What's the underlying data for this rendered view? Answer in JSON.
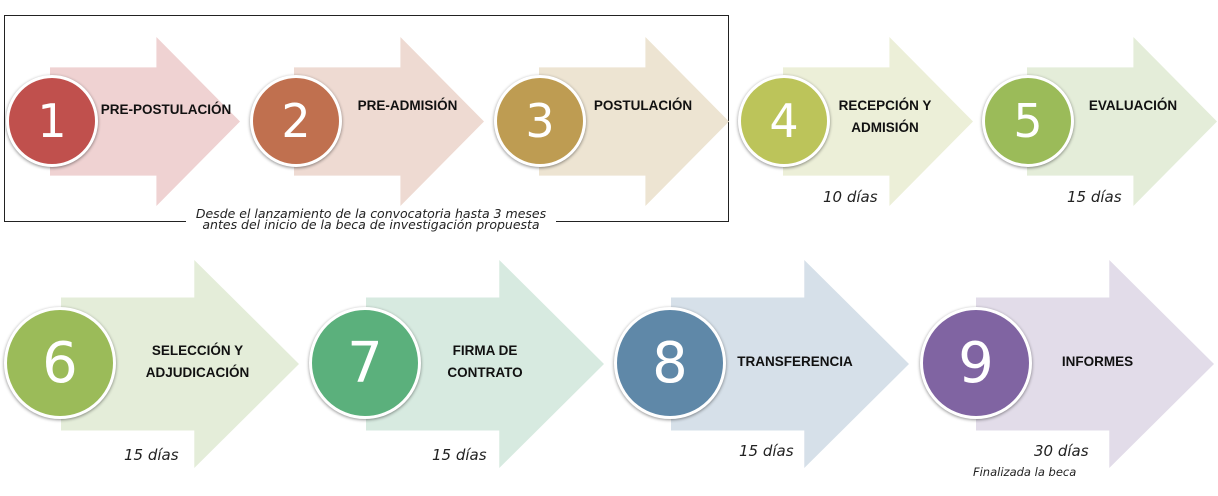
{
  "group_note": "Desde el lanzamiento de la convocatoria hasta 3 meses\nantes del inicio de la beca de investigación propuesta",
  "steps": [
    {
      "number": "1",
      "label": "PRE-POSTULACIÓN",
      "duration": "",
      "note": "",
      "circle_color": "#c0504d",
      "arrow_color": "#efd2d2"
    },
    {
      "number": "2",
      "label": "PRE-ADMISIÓN",
      "duration": "",
      "note": "",
      "circle_color": "#c0704f",
      "arrow_color": "#eedad2"
    },
    {
      "number": "3",
      "label": "POSTULACIÓN",
      "duration": "",
      "note": "",
      "circle_color": "#be9c52",
      "arrow_color": "#ede4d2"
    },
    {
      "number": "4",
      "label": "RECEPCIÓN Y\nADMISIÓN",
      "duration": "10 días",
      "note": "",
      "circle_color": "#bcc45a",
      "arrow_color": "#ecefd8"
    },
    {
      "number": "5",
      "label": "EVALUACIÓN",
      "duration": "15 días",
      "note": "",
      "circle_color": "#9bbb59",
      "arrow_color": "#e4edd9"
    },
    {
      "number": "6",
      "label": "SELECCIÓN Y\nADJUDICACIÓN",
      "duration": "15 días",
      "note": "",
      "circle_color": "#9bbb59",
      "arrow_color": "#e4edd9"
    },
    {
      "number": "7",
      "label": "FIRMA DE\nCONTRATO",
      "duration": "15 días",
      "note": "",
      "circle_color": "#5bb07c",
      "arrow_color": "#d7eae0"
    },
    {
      "number": "8",
      "label": "TRANSFERENCIA",
      "duration": "15 días",
      "note": "",
      "circle_color": "#5f88a8",
      "arrow_color": "#d6e0e9"
    },
    {
      "number": "9",
      "label": "INFORMES",
      "duration": "30 días",
      "note": "Finalizada la beca",
      "circle_color": "#8064a2",
      "arrow_color": "#e2dce9"
    }
  ]
}
